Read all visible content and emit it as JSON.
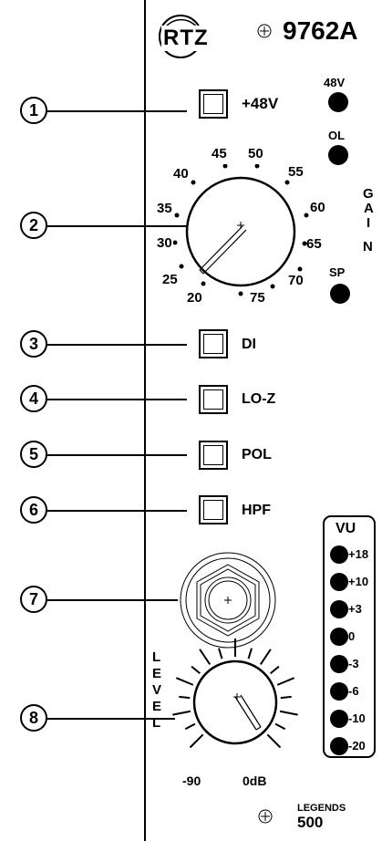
{
  "header": {
    "logo_text": "RTZ",
    "model": "9762A"
  },
  "callouts": [
    "1",
    "2",
    "3",
    "4",
    "5",
    "6",
    "7",
    "8"
  ],
  "buttons": {
    "phantom": "+48V",
    "di": "DI",
    "loz": "LO-Z",
    "pol": "POL",
    "hpf": "HPF"
  },
  "indicators": {
    "phantom_led": "48V",
    "overload_led": "OL",
    "sp_led": "SP"
  },
  "gain": {
    "label_letters": [
      "G",
      "A",
      "I",
      "N"
    ],
    "scale": [
      "20",
      "25",
      "30",
      "35",
      "40",
      "45",
      "50",
      "55",
      "60",
      "65",
      "70",
      "75"
    ]
  },
  "vu": {
    "title": "VU",
    "levels": [
      "+18",
      "+10",
      "+3",
      "0",
      "-3",
      "-6",
      "-10",
      "-20"
    ]
  },
  "level": {
    "label_letters": [
      "L",
      "E",
      "V",
      "E",
      "L"
    ],
    "min_label": "-90",
    "max_label": "0dB"
  },
  "footer": {
    "legends_label": "LEGENDS",
    "legends_value": "500"
  }
}
